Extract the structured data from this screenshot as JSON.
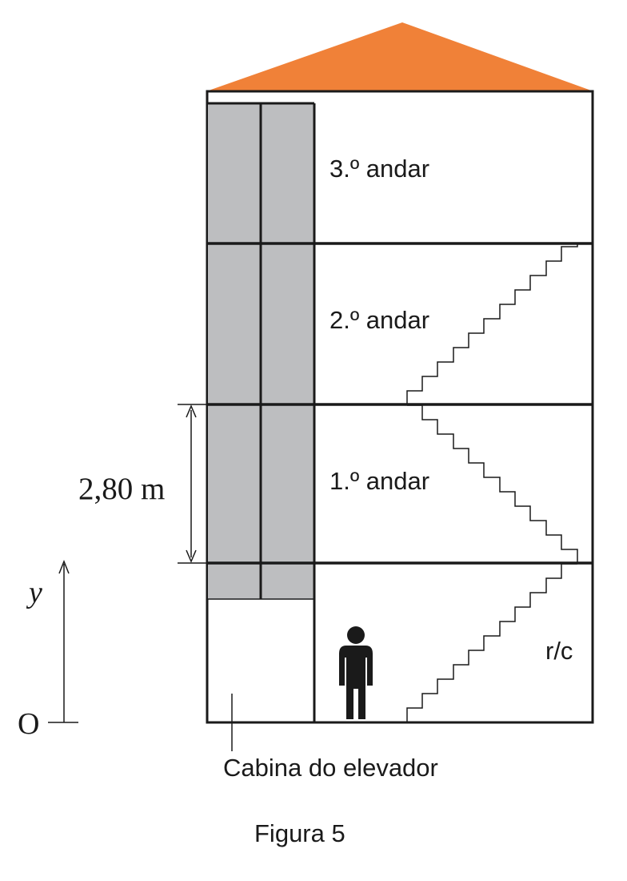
{
  "floors": {
    "third": "3.º andar",
    "second": "2.º andar",
    "first": "1.º andar",
    "ground": "r/c"
  },
  "dimension": {
    "floor_height": "2,80 m"
  },
  "axis": {
    "y_label": "y",
    "origin_label": "O"
  },
  "captions": {
    "elevator_cabin": "Cabina do elevador",
    "figure": "Figura 5"
  },
  "colors": {
    "roof": "#F08138",
    "shaft": "#BDBEC0",
    "line": "#1a1a1a",
    "person": "#1a1a1a"
  },
  "icons": {
    "person": "person-icon"
  }
}
